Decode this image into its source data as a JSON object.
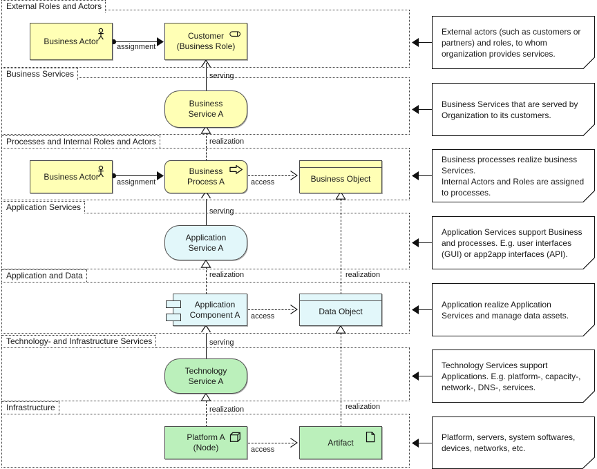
{
  "groups": [
    {
      "label": "External Roles and Actors"
    },
    {
      "label": "Business Services"
    },
    {
      "label": "Processes and Internal Roles and Actors"
    },
    {
      "label": "Application Services"
    },
    {
      "label": "Application and Data"
    },
    {
      "label": "Technology- and Infrastructure Services"
    },
    {
      "label": "Infrastructure"
    }
  ],
  "elements": {
    "business_actor_top": {
      "label": "Business Actor",
      "icon": "business-actor-icon",
      "layer": "business",
      "color": "#ffffb5"
    },
    "customer_role": {
      "label": "Customer\n(Business Role)",
      "icon": "business-role-icon",
      "layer": "business",
      "color": "#ffffb5"
    },
    "business_service_a": {
      "label": "Business Service A",
      "icon": "none",
      "layer": "business",
      "color": "#ffffb5"
    },
    "business_actor_mid": {
      "label": "Business Actor",
      "icon": "business-actor-icon",
      "layer": "business",
      "color": "#ffffb5"
    },
    "business_process_a": {
      "label": "Business Process A",
      "icon": "business-process-icon",
      "layer": "business",
      "color": "#ffffb5"
    },
    "business_object": {
      "label": "Business Object",
      "icon": "none",
      "layer": "business",
      "color": "#ffffb5"
    },
    "application_service_a": {
      "label": "Application\nService A",
      "icon": "none",
      "layer": "application",
      "color": "#e2f7fa"
    },
    "application_component_a": {
      "label": "Application\nComponent A",
      "icon": "application-component-icon",
      "layer": "application",
      "color": "#e2f7fa"
    },
    "data_object": {
      "label": "Data Object",
      "icon": "none",
      "layer": "application",
      "color": "#e2f7fa"
    },
    "technology_service_a": {
      "label": "Technology\nService A",
      "icon": "none",
      "layer": "technology",
      "color": "#bbf0bb"
    },
    "platform_a": {
      "label": "Platform A\n(Node)",
      "icon": "node-icon",
      "layer": "technology",
      "color": "#bbf0bb"
    },
    "artifact": {
      "label": "Artifact",
      "icon": "artifact-icon",
      "layer": "technology",
      "color": "#bbf0bb"
    }
  },
  "relationships": {
    "assignment_top": "assignment",
    "serving_customer": "serving",
    "realization_business_service": "realization",
    "assignment_mid": "assignment",
    "access_business_object": "access",
    "serving_business_process": "serving",
    "realization_application_service": "realization",
    "realization_business_object": "realization",
    "access_data_object": "access",
    "serving_application_component": "serving",
    "realization_technology_service": "realization",
    "realization_data_object": "realization",
    "access_artifact": "access"
  },
  "notes": [
    {
      "text": "External actors (such as customers or partners) and roles, to whom organization provides services."
    },
    {
      "text": "Business Services that are served by Organization to its customers."
    },
    {
      "text": "Business processes realize business Services.\nInternal Actors and Roles are assigned to processes."
    },
    {
      "text": "Application Services support Business and processes. E.g. user interfaces (GUI) or app2app interfaces (API)."
    },
    {
      "text": "Application realize Application Services and manage data assets."
    },
    {
      "text": "Technology Services support Applications. E.g. platform-, capacity-, network-, DNS-, services."
    },
    {
      "text": "Platform, servers, system softwares, devices, networks, etc."
    }
  ]
}
